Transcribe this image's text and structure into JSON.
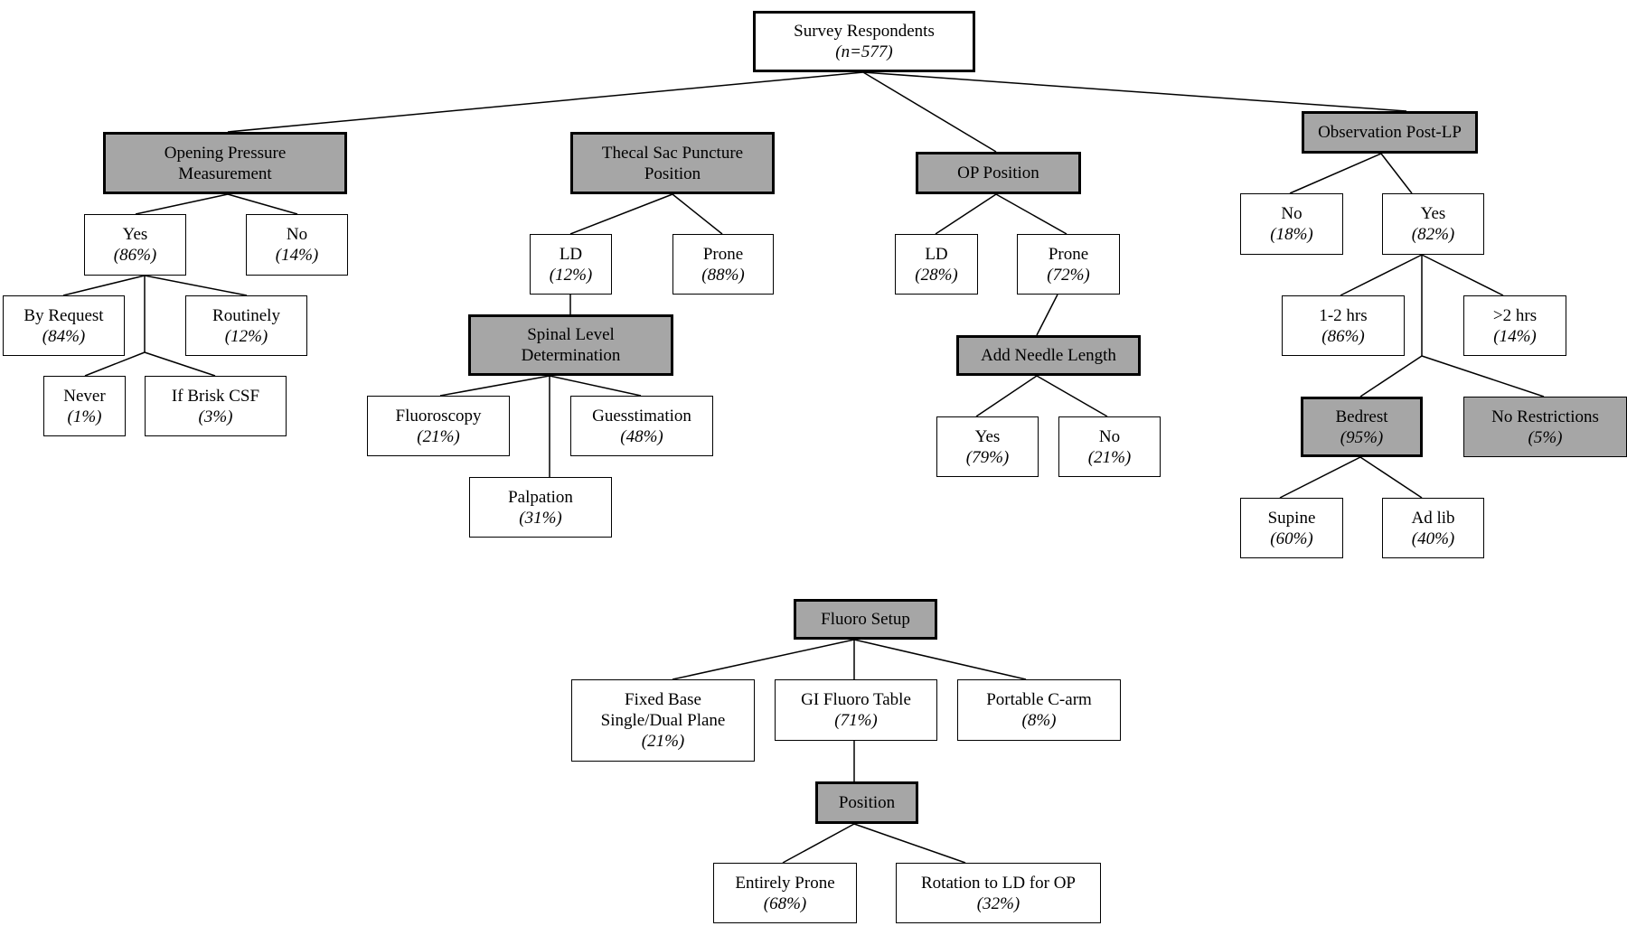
{
  "nodes": {
    "root": {
      "label": "Survey Respondents",
      "pct": "(n=577)"
    },
    "opm": {
      "label1": "Opening Pressure",
      "label2": "Measurement"
    },
    "opm_yes": {
      "label": "Yes",
      "pct": "(86%)"
    },
    "opm_no": {
      "label": "No",
      "pct": "(14%)"
    },
    "by_request": {
      "label": "By Request",
      "pct": "(84%)"
    },
    "routinely": {
      "label": "Routinely",
      "pct": "(12%)"
    },
    "never": {
      "label": "Never",
      "pct": "(1%)"
    },
    "brisk_csf": {
      "label": "If Brisk CSF",
      "pct": "(3%)"
    },
    "tsp": {
      "label1": "Thecal Sac Puncture",
      "label2": "Position"
    },
    "tsp_ld": {
      "label": "LD",
      "pct": "(12%)"
    },
    "tsp_prone": {
      "label": "Prone",
      "pct": "(88%)"
    },
    "sld": {
      "label1": "Spinal Level",
      "label2": "Determination"
    },
    "fluoroscopy": {
      "label": "Fluoroscopy",
      "pct": "(21%)"
    },
    "guesstimation": {
      "label": "Guesstimation",
      "pct": "(48%)"
    },
    "palpation": {
      "label": "Palpation",
      "pct": "(31%)"
    },
    "opp": {
      "label": "OP Position"
    },
    "opp_ld": {
      "label": "LD",
      "pct": "(28%)"
    },
    "opp_prone": {
      "label": "Prone",
      "pct": "(72%)"
    },
    "anl": {
      "label": "Add Needle Length"
    },
    "anl_yes": {
      "label": "Yes",
      "pct": "(79%)"
    },
    "anl_no": {
      "label": "No",
      "pct": "(21%)"
    },
    "obs": {
      "label": "Observation Post-LP"
    },
    "obs_no": {
      "label": "No",
      "pct": "(18%)"
    },
    "obs_yes": {
      "label": "Yes",
      "pct": "(82%)"
    },
    "hrs_1_2": {
      "label": "1-2 hrs",
      "pct": "(86%)"
    },
    "hrs_gt2": {
      "label": ">2 hrs",
      "pct": "(14%)"
    },
    "bedrest": {
      "label": "Bedrest",
      "pct": "(95%)"
    },
    "no_restrictions": {
      "label": "No Restrictions",
      "pct": "(5%)"
    },
    "supine": {
      "label": "Supine",
      "pct": "(60%)"
    },
    "ad_lib": {
      "label": "Ad lib",
      "pct": "(40%)"
    },
    "fluoro_setup": {
      "label": "Fluoro Setup"
    },
    "fixed_base": {
      "label1": "Fixed Base",
      "label2": "Single/Dual Plane",
      "pct": "(21%)"
    },
    "gi_table": {
      "label": "GI Fluoro Table",
      "pct": "(71%)"
    },
    "c_arm": {
      "label": "Portable C-arm",
      "pct": "(8%)"
    },
    "position": {
      "label": "Position"
    },
    "entirely_prone": {
      "label": "Entirely Prone",
      "pct": "(68%)"
    },
    "rotation_ld": {
      "label": "Rotation to LD for OP",
      "pct": "(32%)"
    }
  },
  "colors": {
    "category_fill": "#a6a6a6",
    "leaf_fill": "#ffffff",
    "line": "#000000"
  }
}
